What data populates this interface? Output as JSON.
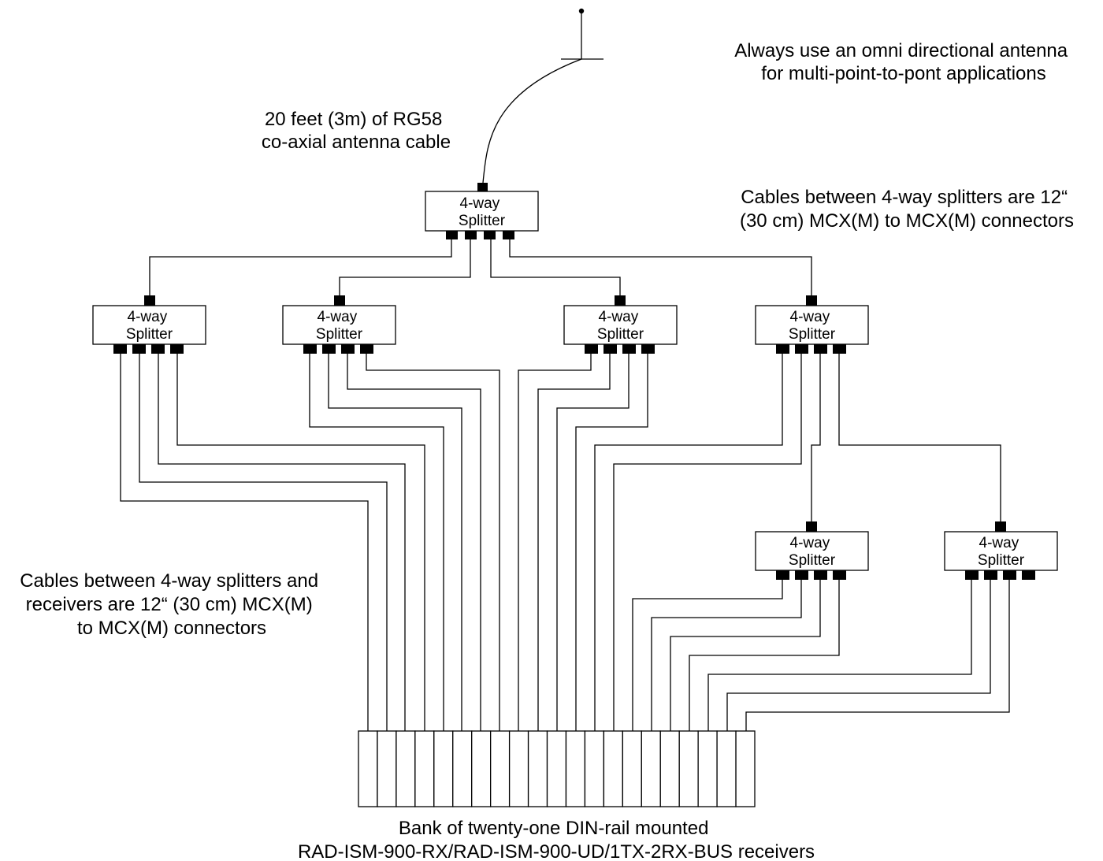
{
  "antenna_note": [
    "Always use an omni directional antenna",
    "for multi-point-to-pont applications"
  ],
  "cable_note": [
    "20 feet (3m) of RG58",
    "co-axial antenna cable"
  ],
  "splitter_cable_note": [
    "Cables between 4-way splitters are 12“",
    "(30 cm) MCX(M) to MCX(M) connectors"
  ],
  "receiver_cable_note": [
    "Cables between 4-way splitters and",
    "receivers are 12“ (30 cm)  MCX(M)",
    "to MCX(M) connectors"
  ],
  "bank_caption": [
    "Bank of twenty-one DIN-rail mounted",
    "RAD-ISM-900-RX/RAD-ISM-900-UD/1TX-2RX-BUS receivers"
  ],
  "splitter_label": [
    "4-way",
    "Splitter"
  ],
  "receiver_count": 21,
  "splitters": [
    {
      "id": "root",
      "label": [
        "4-way",
        "Splitter"
      ]
    },
    {
      "id": "level2-a",
      "label": [
        "4-way",
        "Splitter"
      ]
    },
    {
      "id": "level2-b",
      "label": [
        "4-way",
        "Splitter"
      ]
    },
    {
      "id": "level2-c",
      "label": [
        "4-way",
        "Splitter"
      ]
    },
    {
      "id": "level2-d",
      "label": [
        "4-way",
        "Splitter"
      ]
    },
    {
      "id": "level3-a",
      "label": [
        "4-way",
        "Splitter"
      ]
    },
    {
      "id": "level3-b",
      "label": [
        "4-way",
        "Splitter"
      ]
    }
  ]
}
